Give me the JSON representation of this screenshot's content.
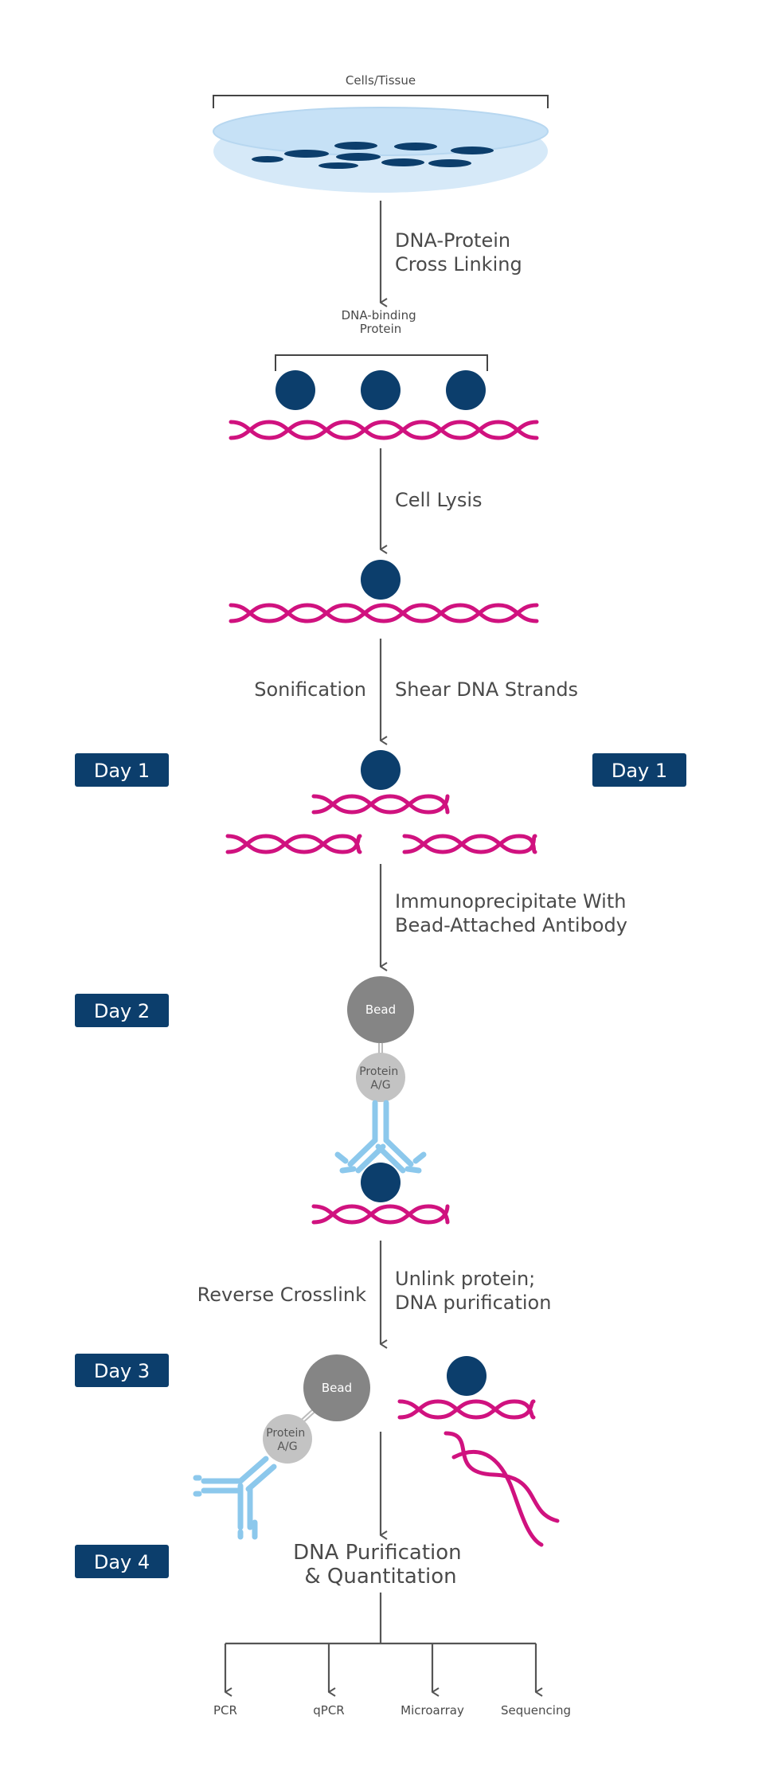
{
  "top": {
    "cells_label": "Cells/Tissue"
  },
  "steps": {
    "crosslink": [
      "DNA-Protein",
      "Cross Linking"
    ],
    "protein_label": [
      "DNA-binding",
      "Protein"
    ],
    "lysis": "Cell Lysis",
    "sonication_left": "Sonification",
    "sonication_right": "Shear DNA Strands",
    "ip": [
      "Immunoprecipitate With",
      "Bead-Attached Antibody"
    ],
    "reverse_left": "Reverse Crosslink",
    "reverse_right": [
      "Unlink protein;",
      "DNA purification"
    ],
    "purification": [
      "DNA Purification",
      "& Quantitation"
    ]
  },
  "days": {
    "day1_left": "Day 1",
    "day1_right": "Day 1",
    "day2": "Day 2",
    "day3": "Day 3",
    "day4": "Day 4"
  },
  "complex": {
    "bead": "Bead",
    "protein_ag": [
      "Protein",
      "A/G"
    ]
  },
  "outputs": [
    "PCR",
    "qPCR",
    "Microarray",
    "Sequencing"
  ],
  "colors": {
    "navy": "#0c3e6c",
    "magenta": "#d0127f",
    "antibody": "#8cc8ec",
    "bead": "#858585",
    "protein_ag": "#c3c3c3",
    "dish": "#d6e9f8"
  }
}
